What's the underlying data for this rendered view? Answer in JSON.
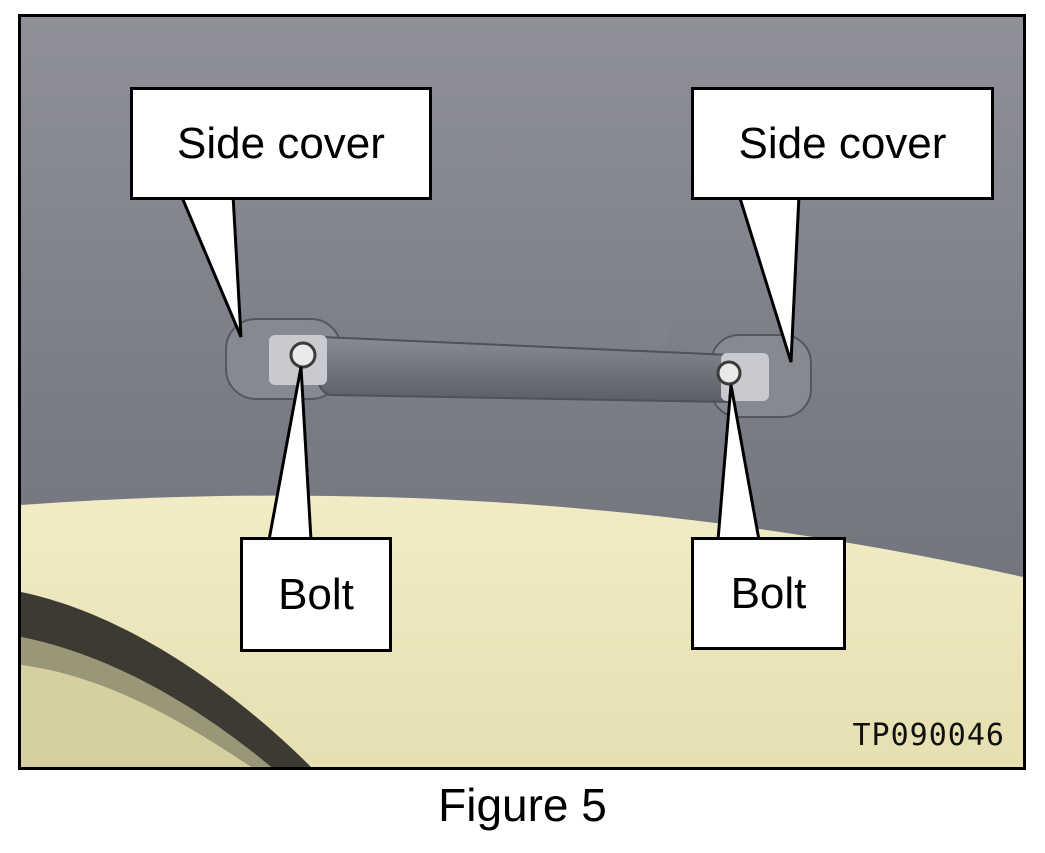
{
  "figure": {
    "caption": "Figure 5",
    "image_code": "TP090046"
  },
  "callouts": {
    "side_cover_left": "Side cover",
    "side_cover_right": "Side cover",
    "bolt_left": "Bolt",
    "bolt_right": "Bolt"
  }
}
